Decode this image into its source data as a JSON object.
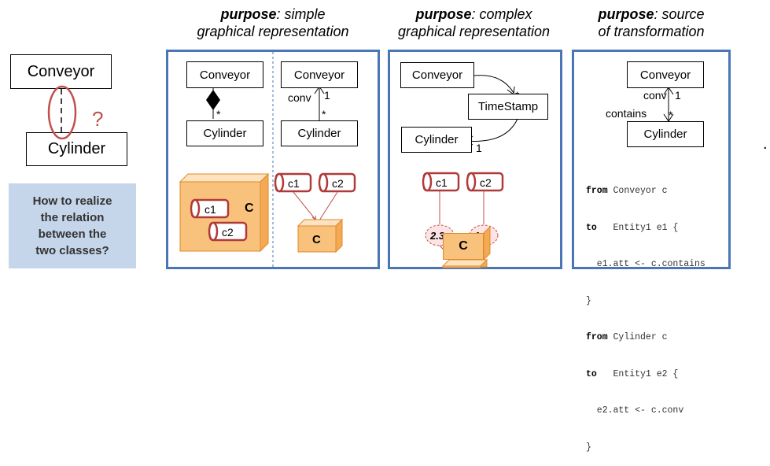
{
  "left": {
    "class_a": "Conveyor",
    "class_b": "Cylinder",
    "question_mark": "?",
    "question": [
      "How to realize",
      "the relation",
      "between the",
      "two classes?"
    ]
  },
  "panels": [
    {
      "title_bold": "purpose",
      "title_line1": ": simple",
      "title_line2": "graphical representation",
      "left_class_a": "Conveyor",
      "left_class_b": "Cylinder",
      "left_multiplicity": "*",
      "right_class_a": "Conveyor",
      "right_class_b": "Cylinder",
      "right_role": "conv",
      "right_mult_top": "1",
      "right_mult_bottom": "*",
      "shape_left": {
        "container": "C",
        "items": [
          "c1",
          "c2"
        ]
      },
      "shape_right": {
        "container": "C",
        "items": [
          "c1",
          "c2"
        ]
      }
    },
    {
      "title_bold": "purpose",
      "title_line1": ": complex",
      "title_line2": "graphical representation",
      "class_a": "Conveyor",
      "class_mid": "TimeStamp",
      "class_b": "Cylinder",
      "mult_star": "*",
      "mult_one": "1",
      "items": [
        "c1",
        "c2"
      ],
      "values": [
        "2.3",
        "1.2"
      ],
      "container": "C"
    },
    {
      "title_bold": "purpose",
      "title_line1": ": source",
      "title_line2": "of transformation",
      "class_a": "Conveyor",
      "class_b": "Cylinder",
      "role_conv": "conv",
      "role_contains": "contains",
      "mult_one": "1",
      "mult_star": "*",
      "code": [
        {
          "kw": "from",
          "rest": " Conveyor c"
        },
        {
          "kw": "to",
          "rest": "   Entity1 e1 {"
        },
        {
          "kw": "",
          "rest": "  e1.att <- c.contains"
        },
        {
          "kw": "",
          "rest": "}"
        },
        {
          "kw": "from",
          "rest": " Cylinder c"
        },
        {
          "kw": "to",
          "rest": "   Entity1 e2 {"
        },
        {
          "kw": "",
          "rest": "  e2.att <- c.conv"
        },
        {
          "kw": "",
          "rest": "}"
        }
      ]
    }
  ],
  "trailing_dot": ".",
  "colors": {
    "panel_border": "#4a76b6",
    "cylinder_stroke": "#b03a3a",
    "cube_fill": "#f7b96a",
    "question_bg": "#c5d5ea"
  }
}
